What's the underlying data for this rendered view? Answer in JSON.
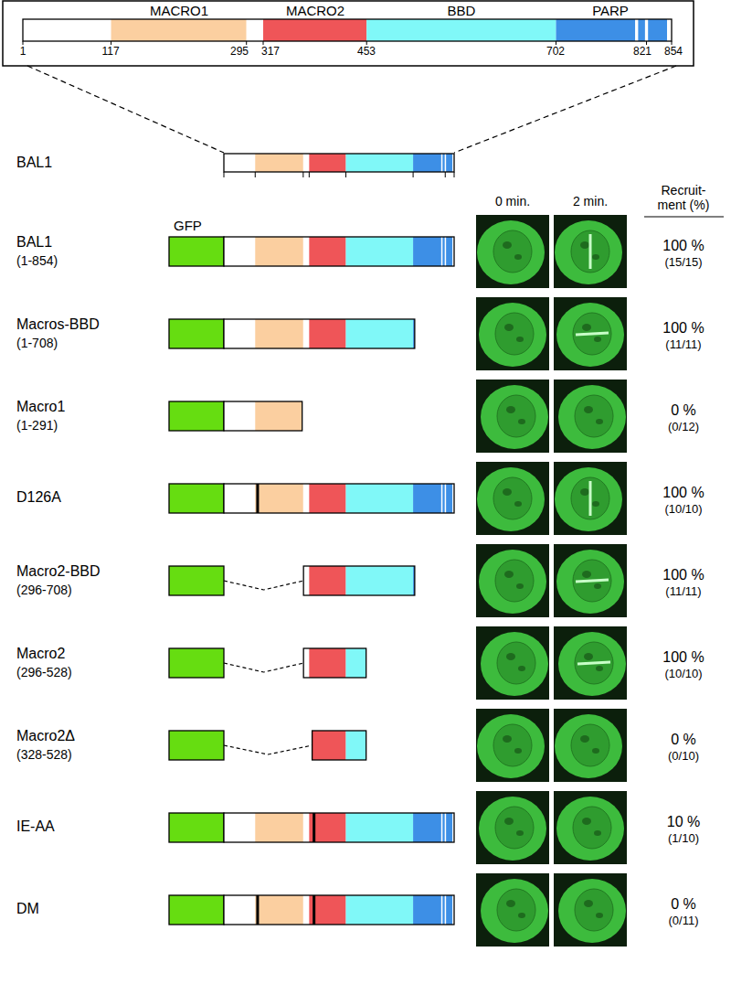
{
  "diagram": {
    "labels": [
      "MACRO1",
      "MACRO2",
      "BBD",
      "PARP",
      "1",
      "117",
      "295",
      "317",
      "453",
      "702",
      "821",
      "854",
      "BAL1",
      "0 min.",
      "2 min.",
      "Recruit- ment (%)",
      "GFP",
      "BAL1",
      "(1-854)",
      "100 %",
      "(15/15)",
      "Macros-BBD",
      "(1-708)",
      "100 %",
      "(11/11)",
      "Macro1",
      "(1-291)",
      "0 %",
      "(0/12)",
      "D126A",
      "100 %",
      "(10/10)",
      "Macro2-BBD",
      "(296-708)",
      "100 %",
      "(11/11)",
      "Macro2",
      "(296-528)",
      "100 %",
      "(10/10)",
      "Macro2Δ",
      "(328-528)",
      "0 %",
      "(0/10)",
      "IE-AA",
      "10 %",
      "(1/10)",
      "DM",
      "0 %",
      "(0/11)"
    ]
  }
}
